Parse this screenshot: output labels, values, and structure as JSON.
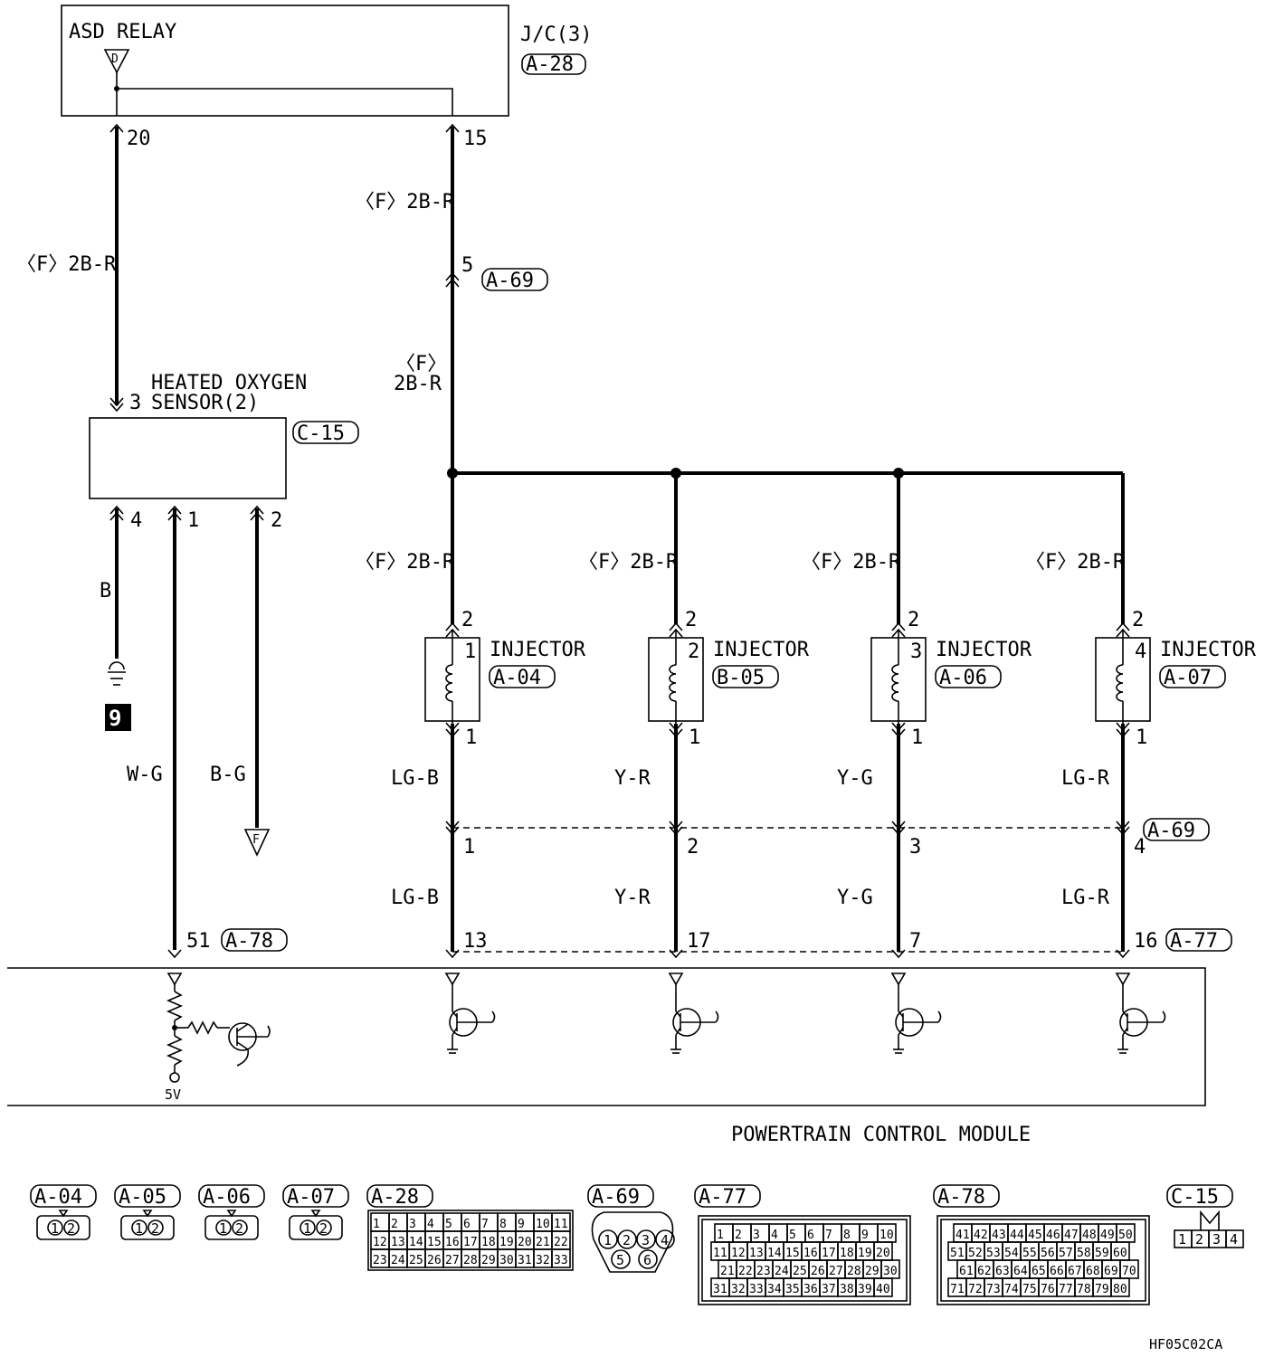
{
  "asd_relay": {
    "title": "ASD RELAY",
    "terminal": "D",
    "jc": "J/C(3)",
    "jc_conn": "A-28",
    "pin_left": "20",
    "pin_right": "15"
  },
  "wires": {
    "relay_to_sensor": "〈F〉2B-R",
    "relay_to_a69": "〈F〉2B-R",
    "a69_to_bus_line1": "〈F〉",
    "a69_to_bus_line2": "2B-R",
    "a69_pin": "5",
    "a69_conn": "A-69"
  },
  "sensor": {
    "name_line1": "HEATED OXYGEN",
    "name_line2": "SENSOR(2)",
    "connector": "C-15",
    "pin_in": "3",
    "pins": [
      {
        "pin": "4",
        "wire": "B"
      },
      {
        "pin": "1",
        "wire": "W-G"
      },
      {
        "pin": "2",
        "wire": "B-G"
      }
    ],
    "ground_number": "9",
    "offpage": "F",
    "pcm_pin": "51",
    "pcm_conn": "A-78"
  },
  "injectors": [
    {
      "label": "INJECTOR",
      "number": "1",
      "connector": "A-04",
      "supply_wire": "〈F〉2B-R",
      "pin_top": "2",
      "pin_bottom": "1",
      "wire_upper": "LG-B",
      "a69_pin": "1",
      "wire_lower": "LG-B",
      "pcm_pin": "13"
    },
    {
      "label": "INJECTOR",
      "number": "2",
      "connector": "B-05",
      "supply_wire": "〈F〉2B-R",
      "pin_top": "2",
      "pin_bottom": "1",
      "wire_upper": "Y-R",
      "a69_pin": "2",
      "wire_lower": "Y-R",
      "pcm_pin": "17"
    },
    {
      "label": "INJECTOR",
      "number": "3",
      "connector": "A-06",
      "supply_wire": "〈F〉2B-R",
      "pin_top": "2",
      "pin_bottom": "1",
      "wire_upper": "Y-G",
      "a69_pin": "3",
      "wire_lower": "Y-G",
      "pcm_pin": "7"
    },
    {
      "label": "INJECTOR",
      "number": "4",
      "connector": "A-07",
      "supply_wire": "〈F〉2B-R",
      "pin_top": "2",
      "pin_bottom": "1",
      "wire_upper": "LG-R",
      "a69_pin": "4",
      "wire_lower": "LG-R",
      "pcm_pin": "16"
    }
  ],
  "a69_row_connector": "A-69",
  "pcm_row_connector": "A-77",
  "pcm": {
    "title": "POWERTRAIN CONTROL MODULE",
    "voltage": "5V"
  },
  "legend": {
    "small_connectors": [
      {
        "name": "A-04",
        "pins": [
          "1",
          "2"
        ]
      },
      {
        "name": "A-05",
        "pins": [
          "1",
          "2"
        ]
      },
      {
        "name": "A-06",
        "pins": [
          "1",
          "2"
        ]
      },
      {
        "name": "A-07",
        "pins": [
          "1",
          "2"
        ]
      }
    ],
    "a28": {
      "name": "A-28",
      "rows": [
        [
          "1",
          "2",
          "3",
          "4",
          "5",
          "6",
          "7",
          "8",
          "9",
          "10",
          "11"
        ],
        [
          "12",
          "13",
          "14",
          "15",
          "16",
          "17",
          "18",
          "19",
          "20",
          "21",
          "22"
        ],
        [
          "23",
          "24",
          "25",
          "26",
          "27",
          "28",
          "29",
          "30",
          "31",
          "32",
          "33"
        ]
      ]
    },
    "a69": {
      "name": "A-69",
      "rows": [
        [
          "1",
          "2",
          "3",
          "4"
        ],
        [
          "5",
          "6"
        ]
      ]
    },
    "a77": {
      "name": "A-77",
      "rows": [
        [
          "1",
          "2",
          "3",
          "4",
          "5",
          "6",
          "7",
          "8",
          "9",
          "10"
        ],
        [
          "11",
          "12",
          "13",
          "14",
          "15",
          "16",
          "17",
          "18",
          "19",
          "20"
        ],
        [
          "21",
          "22",
          "23",
          "24",
          "25",
          "26",
          "27",
          "28",
          "29",
          "30"
        ],
        [
          "31",
          "32",
          "33",
          "34",
          "35",
          "36",
          "37",
          "38",
          "39",
          "40"
        ]
      ]
    },
    "a78": {
      "name": "A-78",
      "rows": [
        [
          "41",
          "42",
          "43",
          "44",
          "45",
          "46",
          "47",
          "48",
          "49",
          "50"
        ],
        [
          "51",
          "52",
          "53",
          "54",
          "55",
          "56",
          "57",
          "58",
          "59",
          "60"
        ],
        [
          "61",
          "62",
          "63",
          "64",
          "65",
          "66",
          "67",
          "68",
          "69",
          "70"
        ],
        [
          "71",
          "72",
          "73",
          "74",
          "75",
          "76",
          "77",
          "78",
          "79",
          "80"
        ]
      ]
    },
    "c15": {
      "name": "C-15",
      "pins": [
        "1",
        "2",
        "3",
        "4"
      ]
    }
  },
  "figure_code": "HF05C02CA"
}
